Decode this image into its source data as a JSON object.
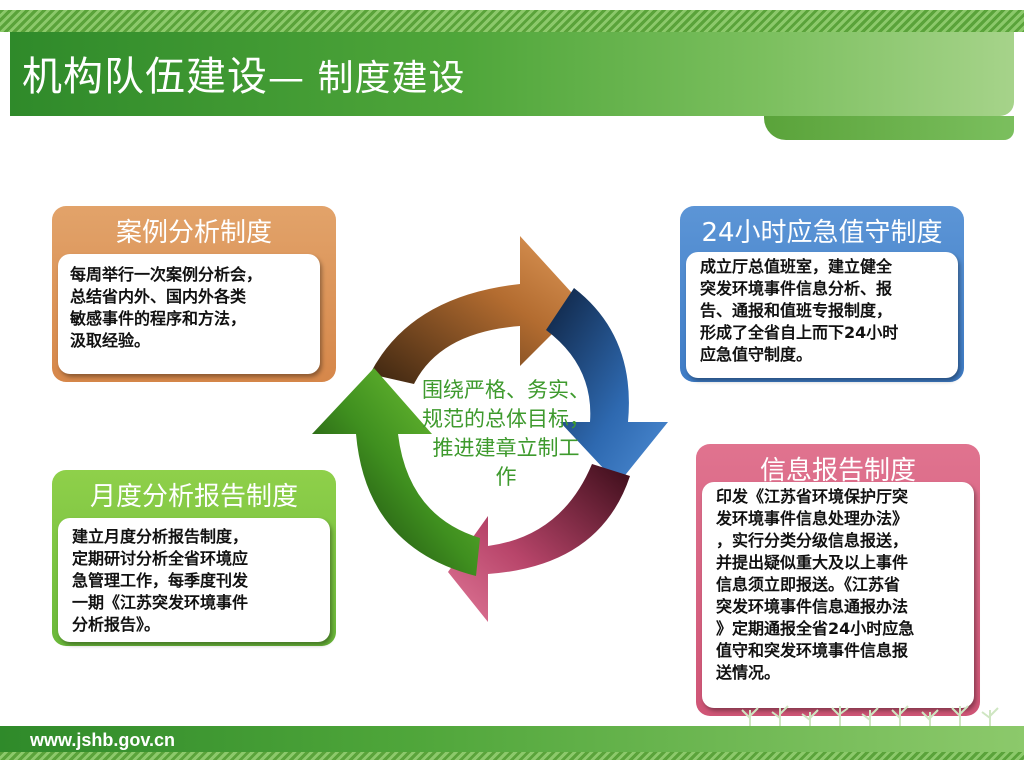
{
  "header": {
    "title": "机构队伍建设",
    "subtitle": "— 制度建设"
  },
  "cards": {
    "case_analysis": {
      "title": "案例分析制度",
      "lines": [
        "每周举行一次案例分析会，",
        "总结省内外、国内外各类",
        "敏感事件的程序和方法，",
        "汲取经验。"
      ]
    },
    "duty_24h": {
      "title": "24小时应急值守制度",
      "lines": [
        "成立厅总值班室，建立健全",
        "突发环境事件信息分析、报",
        "告、通报和值班专报制度，",
        "形成了全省自上而下24小时",
        "应急值守制度。"
      ]
    },
    "monthly_report": {
      "title": "月度分析报告制度",
      "lines": [
        "建立月度分析报告制度，",
        "定期研讨分析全省环境应",
        "急管理工作，每季度刊发",
        "一期《江苏突发环境事件",
        "分析报告》。"
      ]
    },
    "info_report": {
      "title": "信息报告制度",
      "lines": [
        "印发《江苏省环境保护厅突",
        "发环境事件信息处理办法》",
        "，实行分类分级信息报送，",
        "并提出疑似重大及以上事件",
        "信息须立即报送。《江苏省",
        "突发环境事件信息通报办法",
        "》定期通报全省24小时应急",
        "值守和突发环境事件信息报",
        "送情况。"
      ]
    }
  },
  "center": {
    "lines": [
      "围绕严格、务实、",
      "规范的总体目标，",
      "推进建章立制工",
      "作"
    ]
  },
  "footer": {
    "url": "www.jshb.gov.cn"
  },
  "colors": {
    "green": "#4fa63a",
    "orange": "#d6874a",
    "blue": "#3e7cc6",
    "pink": "#cf5576",
    "center_text": "#3e9a2d"
  }
}
